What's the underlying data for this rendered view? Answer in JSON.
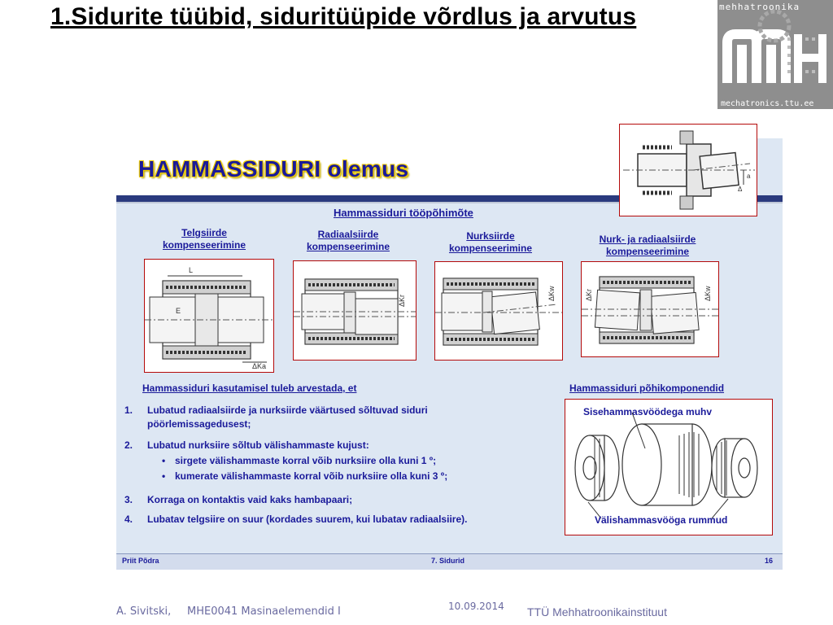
{
  "slide": {
    "title": "1.Sidurite tüübid, siduritüüpide võrdlus ja arvutus"
  },
  "logo": {
    "top_text": "mehhatroonika",
    "bottom_text": "mechatronics.ttu.ee"
  },
  "panel": {
    "heading": "HAMMASSIDURI olemus",
    "principle": "Hammassiduri tööpõhimõte",
    "columns": [
      {
        "line1": "Telgsiirde",
        "line2": "kompenseerimine"
      },
      {
        "line1": "Radiaalsiirde",
        "line2": "kompenseerimine"
      },
      {
        "line1": "Nurksiirde",
        "line2": "kompenseerimine"
      },
      {
        "line1": "Nurk- ja radiaalsiirde",
        "line2": "kompenseerimine"
      }
    ],
    "fig_labels": {
      "l": "L",
      "e": "E",
      "dka": "ΔKa",
      "dkr": "ΔKr",
      "dkw": "ΔKw",
      "top_a": "a",
      "top_d": "Δ"
    },
    "considerations_heading": "Hammassiduri kasutamisel tuleb arvestada, et",
    "items": [
      {
        "num": "1.",
        "lines": [
          "Lubatud radiaalsiirde ja nurksiirde väärtused sõltuvad siduri",
          "pöörlemissagedusest;"
        ]
      },
      {
        "num": "2.",
        "lines": [
          "Lubatud nurksiire sõltub välishammaste kujust:"
        ]
      },
      {
        "num": "3.",
        "lines": [
          "Korraga on kontaktis vaid kaks hambapaari;"
        ]
      },
      {
        "num": "4.",
        "lines": [
          "Lubatav telgsiire on suur (kordades suurem, kui lubatav radiaalsiire)."
        ]
      }
    ],
    "bullets": [
      "sirgete välishammaste korral võib nurksiire olla kuni 1 º;",
      "kumerate välishammaste korral võib nurksiire olla kuni 3 º;"
    ],
    "bullet_mark": "•",
    "components_heading": "Hammassiduri põhikomponendid",
    "component_top": "Sisehammasvöödega muhv",
    "component_bottom": "Välishammasvööga rummud",
    "footer_left": "Priit Põdra",
    "footer_center": "7. Sidurid",
    "footer_right": "16"
  },
  "footer": {
    "author": "A. Sivitski,",
    "course": "MHE0041 Masinaelemendid I",
    "date": "10.09.2014",
    "institute": "TTÜ Mehhatroonikainstituut"
  },
  "colors": {
    "accent_blue": "#1a1a9a",
    "frame_red": "#b40a0a",
    "panel_bg": "#dde7f3",
    "heading_glow": "#f4d000"
  }
}
